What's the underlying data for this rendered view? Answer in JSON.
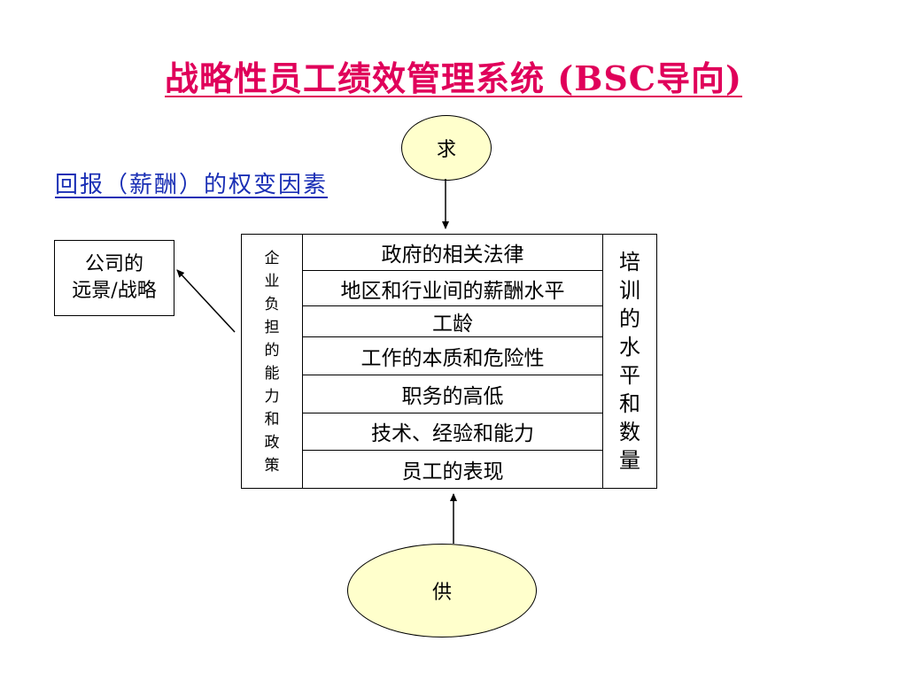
{
  "title": {
    "main": "战略性员工绩效管理系统 (BSC导向)"
  },
  "subtitle": "回报（薪酬）的权变因素",
  "demand_label": "求",
  "supply_label": "供",
  "vision_box": {
    "line1": "公司的",
    "line2": "远景/战略"
  },
  "left_column_chars": [
    "企",
    "业",
    "负",
    "担",
    "的",
    "能",
    "力",
    "和",
    "政",
    "策"
  ],
  "right_column_chars": [
    "培",
    "训",
    "的",
    "水",
    "平",
    "和",
    "数",
    "量"
  ],
  "factors": [
    "政府的相关法律",
    "地区和行业间的薪酬水平",
    "工龄",
    "工作的本质和危险性",
    "职务的高低",
    "技术、经验和能力",
    "员工的表现"
  ]
}
